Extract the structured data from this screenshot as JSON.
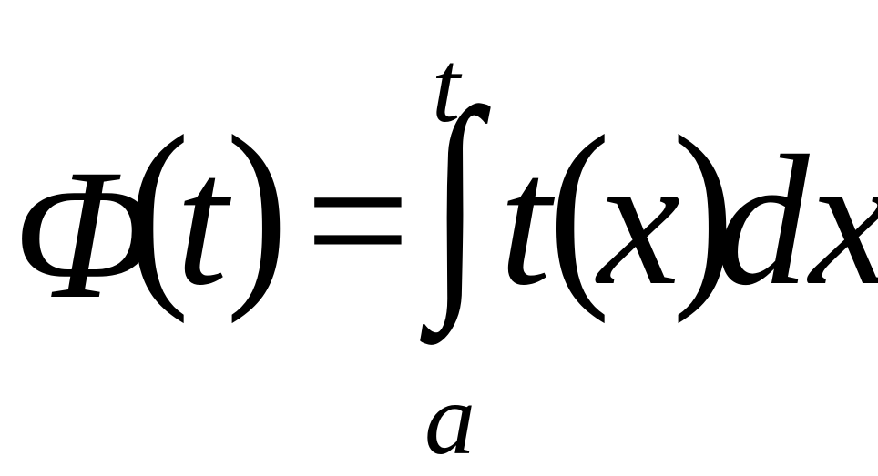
{
  "formula": {
    "lhs_function": "Φ",
    "lhs_open_paren": "(",
    "lhs_variable": "t",
    "lhs_close_paren": ")",
    "equals": "=",
    "integral_sign": "∫",
    "upper_limit": "t",
    "lower_limit": "a",
    "integrand_function": "t",
    "integrand_open_paren": "(",
    "integrand_variable": "x",
    "integrand_close_paren": ")",
    "differential": "dx"
  }
}
